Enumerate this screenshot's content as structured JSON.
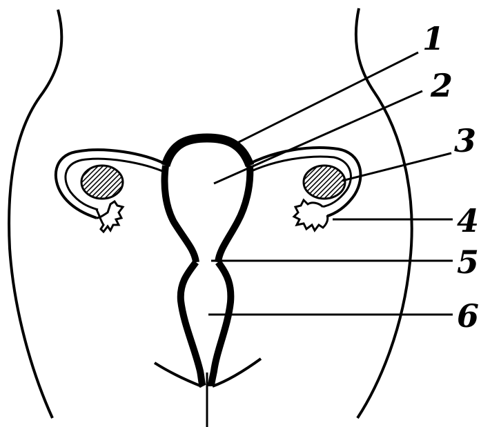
{
  "diagram": {
    "labels": [
      {
        "id": "1",
        "text": "1"
      },
      {
        "id": "2",
        "text": "2"
      },
      {
        "id": "3",
        "text": "3"
      },
      {
        "id": "4",
        "text": "4"
      },
      {
        "id": "5",
        "text": "5"
      },
      {
        "id": "6",
        "text": "6"
      }
    ],
    "colors": {
      "line": "#000000",
      "background": "#ffffff",
      "ovary_fill": "#555555"
    }
  }
}
